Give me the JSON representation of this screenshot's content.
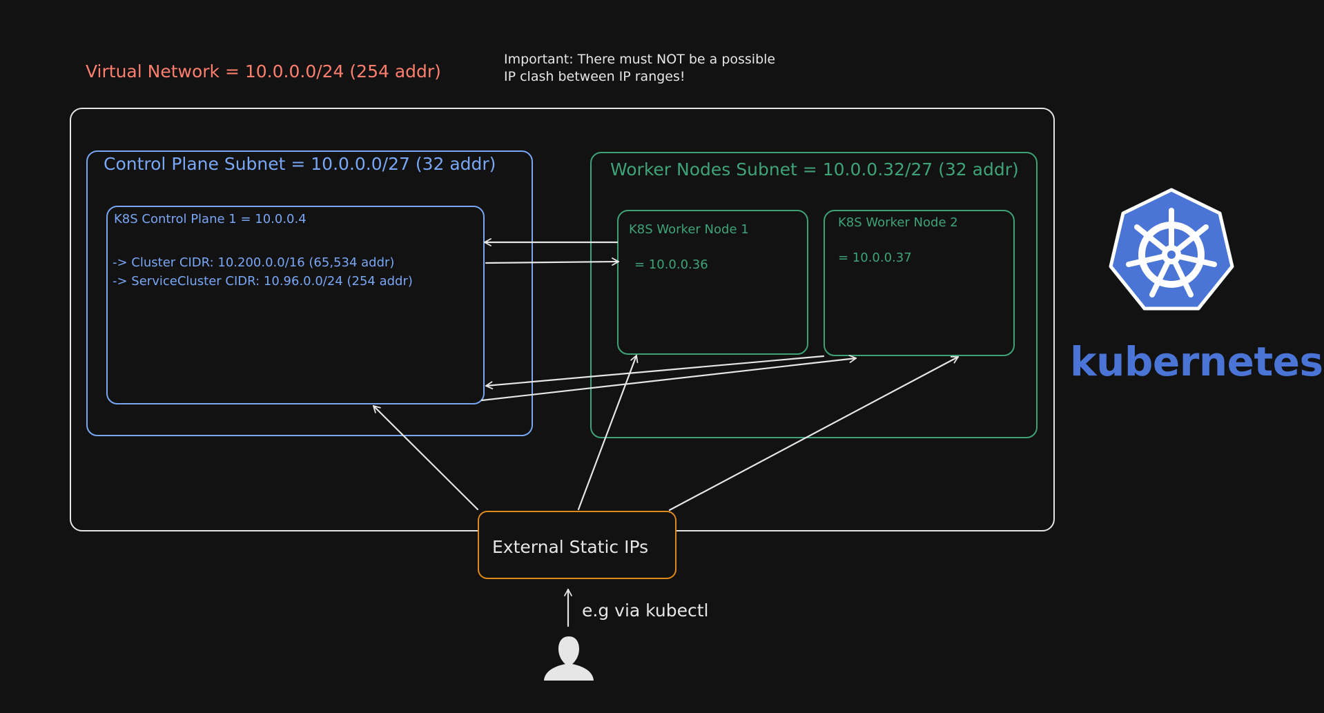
{
  "virtual_network": {
    "title": "Virtual Network = 10.0.0.0/24 (254 addr)",
    "note_line1": "Important: There must NOT be a possible",
    "note_line2": "IP clash between IP ranges!"
  },
  "control_plane_subnet": {
    "title": "Control Plane Subnet = 10.0.0.0/27 (32 addr)",
    "node": {
      "title": "K8S Control Plane 1 = 10.0.0.4",
      "line1": "-> Cluster CIDR: 10.200.0.0/16 (65,534 addr)",
      "line2": "-> ServiceCluster CIDR: 10.96.0.0/24 (254 addr)"
    }
  },
  "worker_nodes_subnet": {
    "title": "Worker Nodes Subnet = 10.0.0.32/27 (32 addr)",
    "nodes": [
      {
        "title": "K8S Worker Node 1",
        "ip": "= 10.0.0.36"
      },
      {
        "title": "K8S Worker Node 2",
        "ip": "= 10.0.0.37"
      }
    ]
  },
  "external": {
    "label": "External Static IPs"
  },
  "user": {
    "caption": "e.g via kubectl",
    "icon": "user-icon"
  },
  "logo": {
    "text": "kubernetes",
    "icon": "kubernetes-helm-icon"
  },
  "colors": {
    "background": "#121212",
    "virtual_network": "#ff7f6e",
    "control_plane": "#7aa7f5",
    "worker_nodes": "#3fa37a",
    "external": "#e0891a",
    "lines": "#e6e6e6",
    "kubernetes_blue": "#4a75d6"
  }
}
